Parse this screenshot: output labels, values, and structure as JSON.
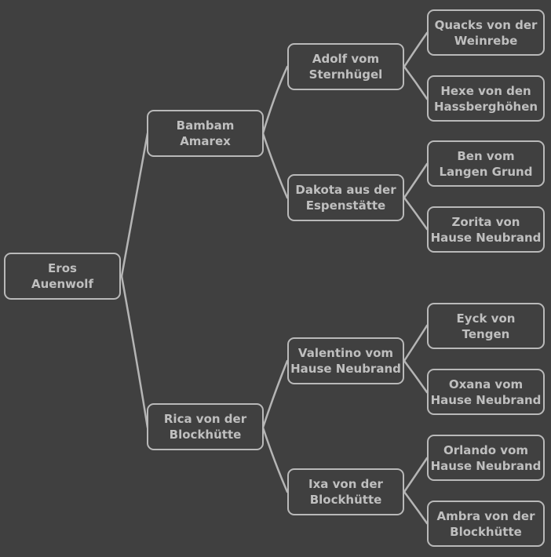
{
  "pedigree": {
    "subject": "Eros\nAuenwolf",
    "sire": "Bambam\nAmarex",
    "dam": "Rica von der\nBlockhütte",
    "sire_sire": "Adolf vom\nSternhügel",
    "sire_dam": "Dakota aus der\nEspenstätte",
    "dam_sire": "Valentino vom\nHause Neubrand",
    "dam_dam": "Ixa von der\nBlockhütte",
    "sire_sire_sire": "Quacks von der\nWeinrebe",
    "sire_sire_dam": "Hexe von den\nHassberghöhen",
    "sire_dam_sire": "Ben vom\nLangen Grund",
    "sire_dam_dam": "Zorita von\nHause Neubrand",
    "dam_sire_sire": "Eyck von\nTengen",
    "dam_sire_dam": "Oxana vom\nHause Neubrand",
    "dam_dam_sire": "Orlando vom\nHause Neubrand",
    "dam_dam_dam": "Ambra von der\nBlockhütte"
  },
  "colors": {
    "background": "#404040",
    "box_border": "#b9b9b9",
    "text": "#bfbfbf",
    "connector": "#b5b5b5"
  }
}
